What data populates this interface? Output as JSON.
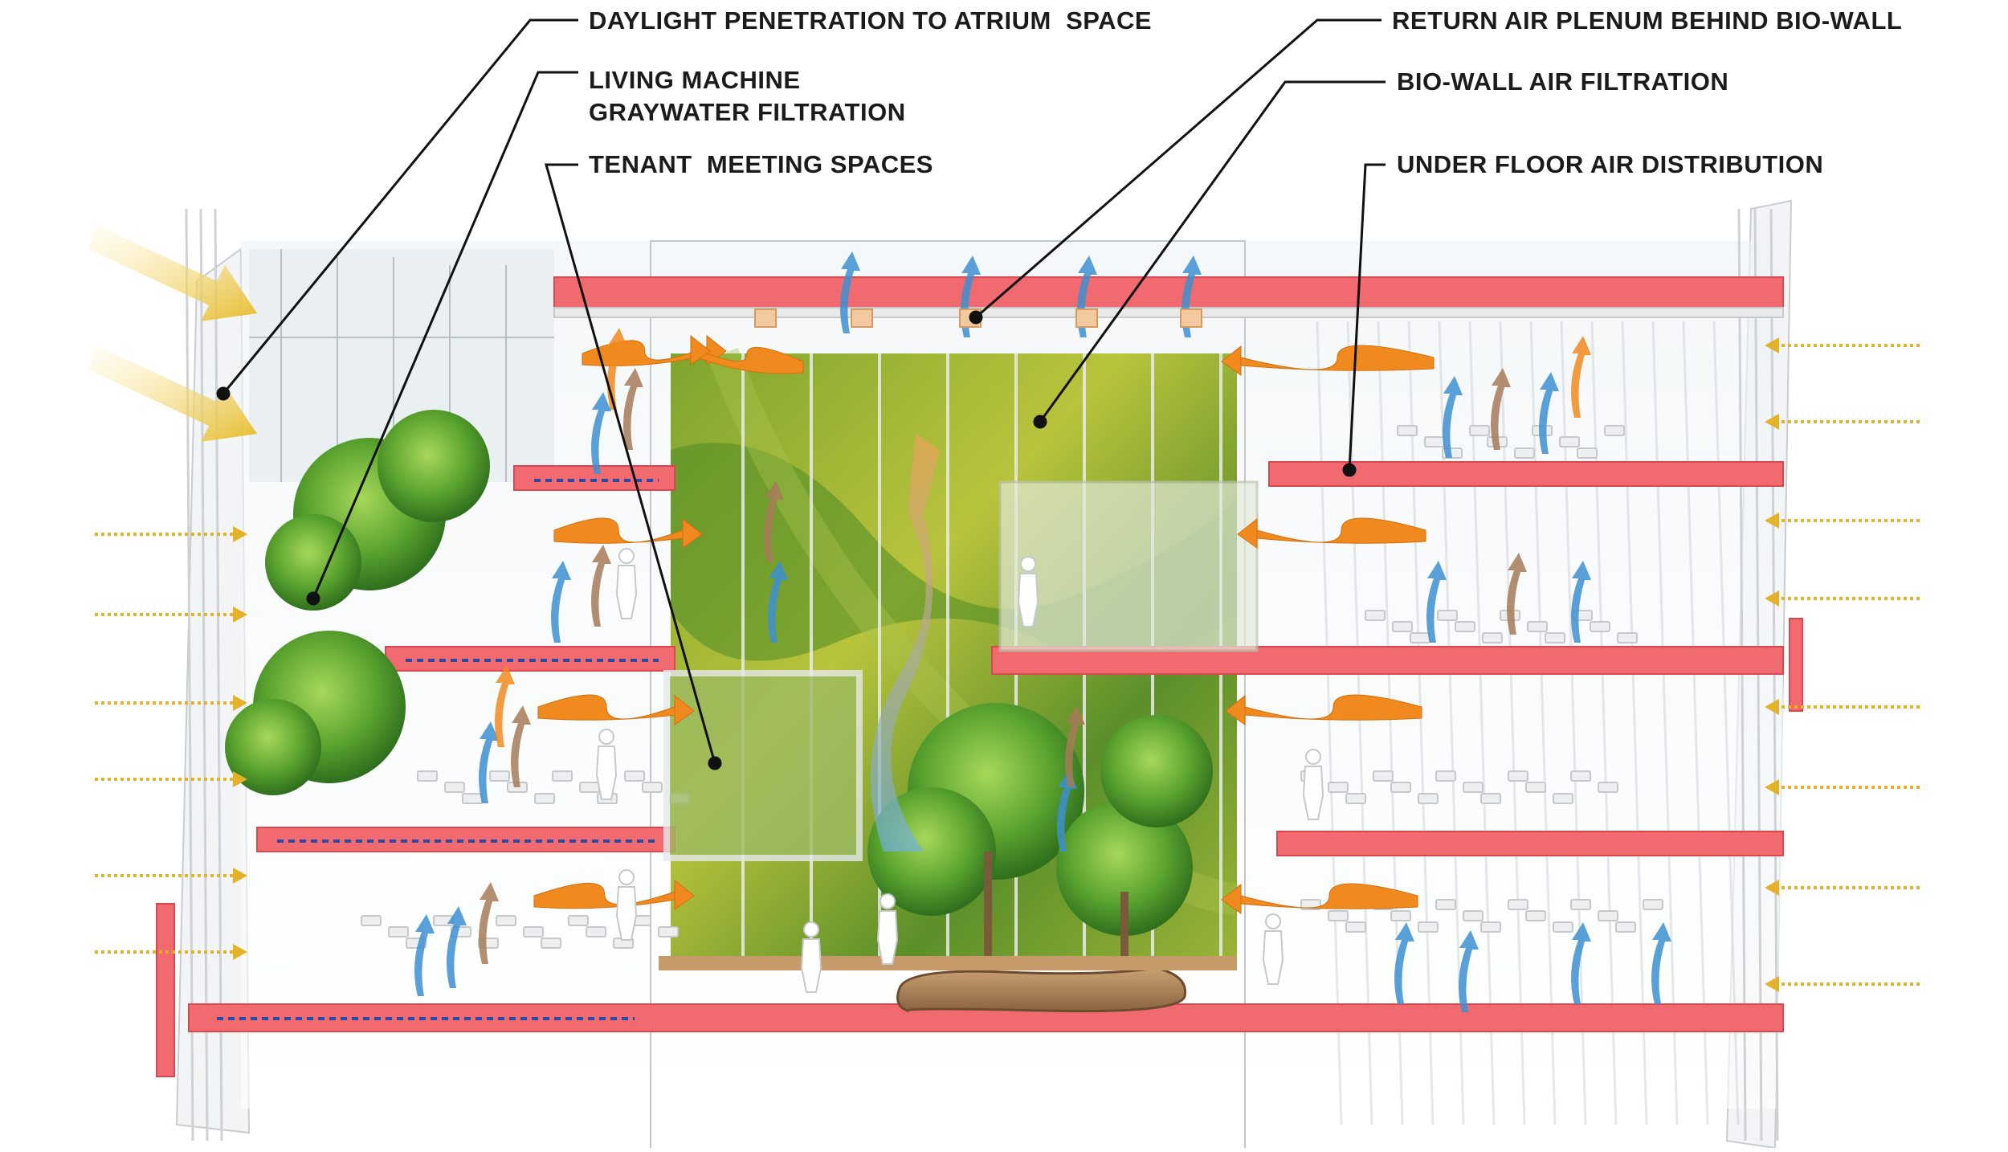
{
  "callouts": [
    {
      "key": "daylight",
      "text": "DAYLIGHT PENETRATION TO ATRIUM  SPACE"
    },
    {
      "key": "living_machine",
      "text": "LIVING MACHINE\nGRAYWATER FILTRATION"
    },
    {
      "key": "tenant_meeting",
      "text": "TENANT  MEETING SPACES"
    },
    {
      "key": "return_air",
      "text": "RETURN AIR PLENUM BEHIND BIO-WALL"
    },
    {
      "key": "biowall",
      "text": "BIO-WALL AIR FILTRATION"
    },
    {
      "key": "underfloor",
      "text": "UNDER FLOOR AIR DISTRIBUTION"
    }
  ],
  "colors": {
    "slab": "#f06a6f",
    "slab_dark": "#d9474f",
    "biowall_green": "#6f9b2d",
    "biowall_yellow": "#b5c23a",
    "tree_green": "#5aa32f",
    "supply_air_arrow": "#f08a1e",
    "fresh_air_arrow": "#e3b12a",
    "cool_air_arrow": "#3d8fd1",
    "return_air_arrow": "#a67a58",
    "sun_arrow": "#e7bd2c",
    "leader_line": "#111111"
  },
  "icons": [
    "sun-arrow-icon",
    "fresh-air-arrow-icon",
    "supply-air-arrow-icon",
    "cool-air-arrow-icon",
    "person-silhouette-icon",
    "tree-icon"
  ]
}
